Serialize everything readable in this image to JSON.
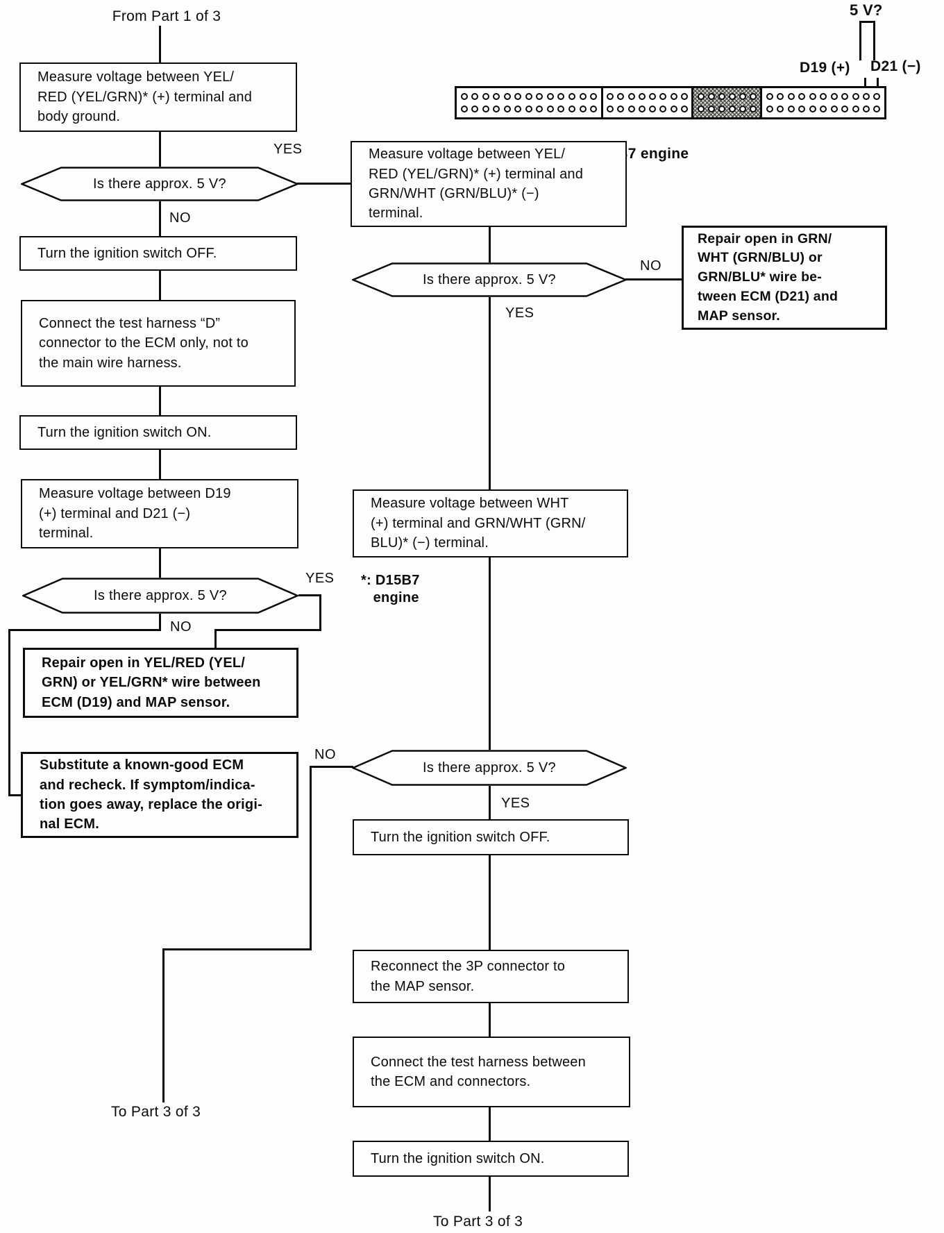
{
  "page": {
    "from_part": "From Part 1 of 3",
    "to_part_left": "To Part 3 of 3",
    "to_part_bottom": "To Part 3 of 3"
  },
  "labels": {
    "yes": "YES",
    "no": "NO"
  },
  "connector": {
    "voltage_label": "5 V?",
    "pin_positive": "D19 (+)",
    "pin_negative": "D21 (−)",
    "engine_note": "*: D15B7 engine",
    "sections": [
      {
        "holes_per_row": 13,
        "rows": 2,
        "shaded": false
      },
      {
        "holes_per_row": 8,
        "rows": 2,
        "shaded": false
      },
      {
        "holes_per_row": 6,
        "rows": 2,
        "shaded": true
      },
      {
        "holes_per_row": 11,
        "rows": 2,
        "shaded": false
      }
    ]
  },
  "notes": {
    "engine_note_mid": "*: D15B7\n   engine"
  },
  "boxes": {
    "measure_body_ground": "Measure voltage between YEL/\nRED (YEL/GRN)* (+) terminal and\nbody ground.",
    "ignition_off_left": "Turn the ignition switch OFF.",
    "connect_test_harness_d": "Connect the test harness “D”\nconnector to the ECM only, not to\nthe main wire harness.",
    "ignition_on_left": "Turn the ignition switch ON.",
    "measure_d19_d21": "Measure voltage between D19\n(+) terminal and D21 (−)\nterminal.",
    "repair_yel_red": "Repair open in YEL/RED (YEL/\nGRN) or YEL/GRN* wire between\nECM (D19) and MAP sensor.",
    "substitute_ecm": "Substitute a known-good ECM\nand recheck. If symptom/indica-\ntion goes away, replace the origi-\nnal ECM.",
    "measure_yelred_grnwht": "Measure voltage between YEL/\nRED (YEL/GRN)* (+) terminal and\nGRN/WHT (GRN/BLU)* (−)\nterminal.",
    "repair_grn_wht": "Repair open in GRN/\nWHT (GRN/BLU) or\nGRN/BLU* wire be-\ntween ECM (D21) and\nMAP sensor.",
    "measure_wht": "Measure voltage between WHT\n(+) terminal and GRN/WHT (GRN/\nBLU)* (−) terminal.",
    "ignition_off_right": "Turn the ignition switch OFF.",
    "reconnect_3p": "Reconnect the 3P connector to\nthe MAP sensor.",
    "connect_harness_between": "Connect the test harness between\nthe ECM and connectors.",
    "ignition_on_right": "Turn the ignition switch ON."
  },
  "decisions": {
    "q1": "Is there approx. 5 V?",
    "q2": "Is there approx. 5 V?",
    "q3": "Is there approx. 5 V?",
    "q4": "Is there approx. 5 V?"
  }
}
